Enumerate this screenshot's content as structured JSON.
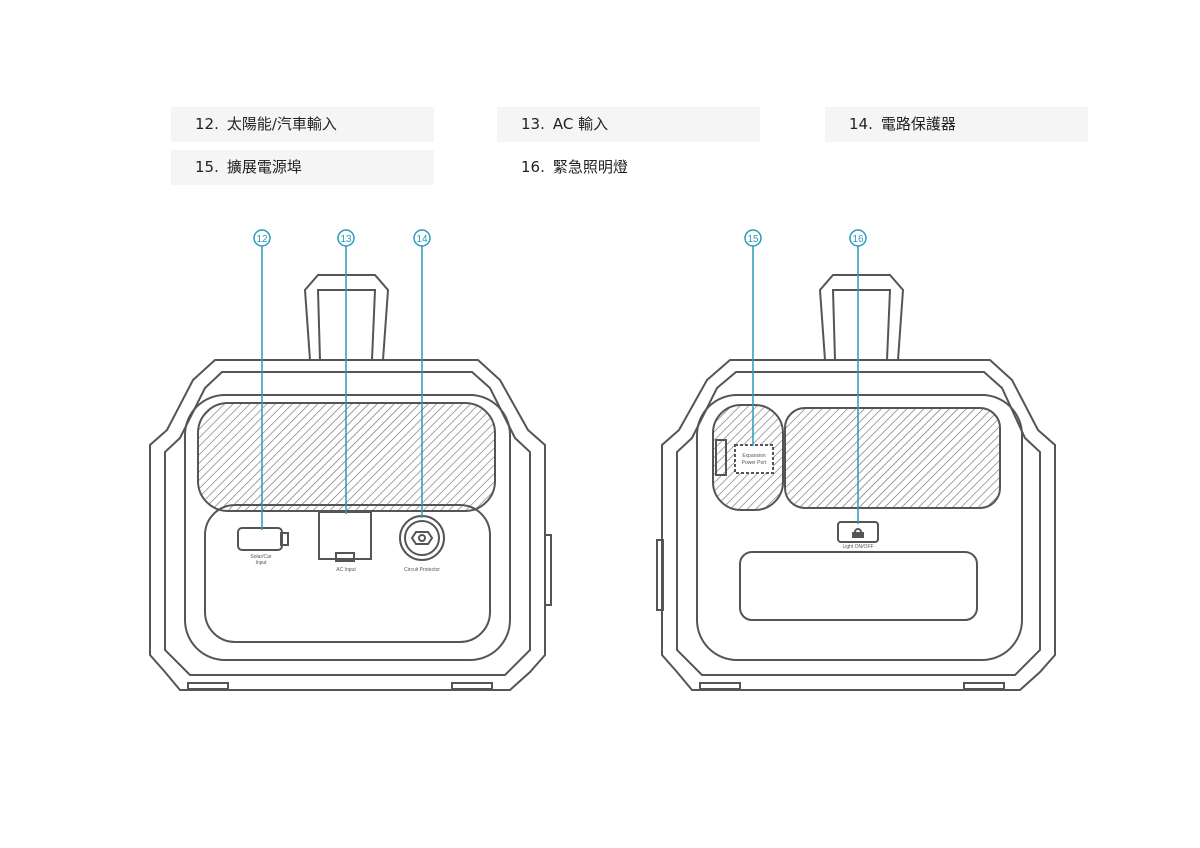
{
  "labels": [
    {
      "num": "12.",
      "text": "太陽能/汽車輸入"
    },
    {
      "num": "13.",
      "text": "AC 輸入"
    },
    {
      "num": "14.",
      "text": "電路保護器"
    },
    {
      "num": "15.",
      "text": "擴展電源埠"
    },
    {
      "num": "16.",
      "text": "緊急照明燈"
    }
  ],
  "callouts": [
    "12",
    "13",
    "14",
    "15",
    "16"
  ],
  "device_front": {
    "solar_car_input": [
      "Solar/Car",
      "Input"
    ],
    "ac_input": "AC Input",
    "circuit_protector": "Circuit Protector"
  },
  "device_back": {
    "expansion_port": [
      "Expansion",
      "Power Port"
    ],
    "light_button": "Light ON/OFF"
  },
  "colors": {
    "callout": "#2a9bb8",
    "outline": "#555555",
    "label_bg": "#f5f5f5"
  }
}
